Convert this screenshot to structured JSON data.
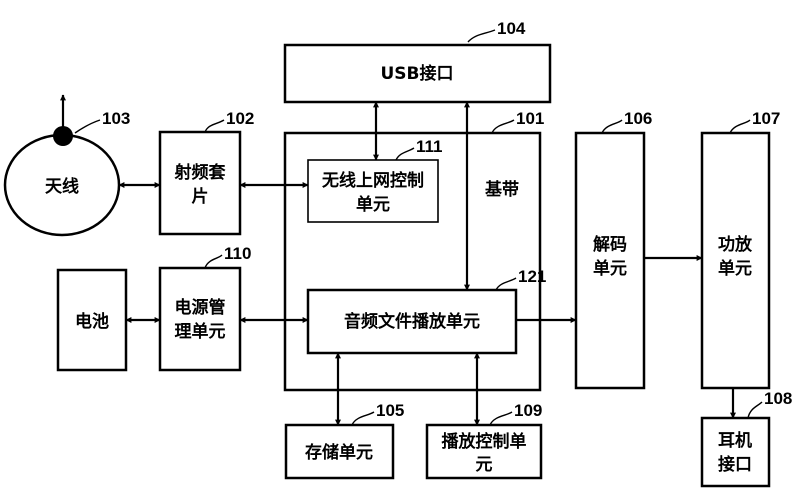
{
  "blocks": {
    "usb": {
      "label": "USB接口",
      "ref": "104"
    },
    "antenna": {
      "label": "天线",
      "ref": "103"
    },
    "rf": {
      "lines": [
        "射频套",
        "片"
      ],
      "ref": "102"
    },
    "baseband": {
      "label": "基带",
      "ref": "101"
    },
    "wifi": {
      "lines": [
        "无线上网控制",
        "单元"
      ],
      "ref": "111"
    },
    "audio": {
      "label": "音频文件播放单元",
      "ref": "121"
    },
    "decoder": {
      "lines": [
        "解码",
        "单元"
      ],
      "ref": "106"
    },
    "amp": {
      "lines": [
        "功放",
        "单元"
      ],
      "ref": "107"
    },
    "battery": {
      "label": "电池"
    },
    "power": {
      "lines": [
        "电源管",
        "理单元"
      ],
      "ref": "110"
    },
    "storage": {
      "label": "存储单元",
      "ref": "105"
    },
    "playctl": {
      "lines": [
        "播放控制单",
        "元"
      ],
      "ref": "109"
    },
    "headphone": {
      "lines": [
        "耳机",
        "接口"
      ],
      "ref": "108"
    }
  }
}
